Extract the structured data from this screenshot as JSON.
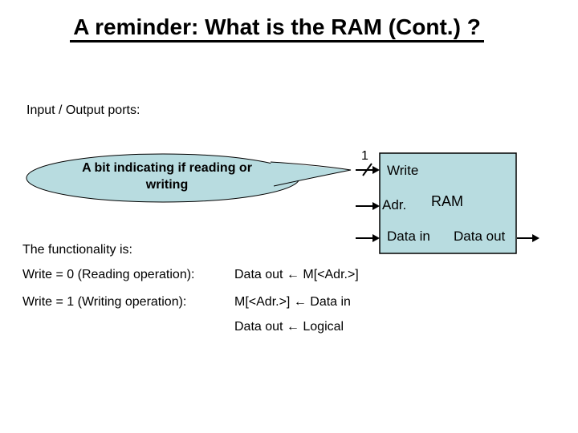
{
  "slide": {
    "title": "A reminder: What is the RAM (Cont.) ?",
    "io_ports_label": "Input / Output ports:",
    "callout": {
      "line1": "A bit indicating if reading or",
      "line2": "writing"
    },
    "bus_width_label": "1",
    "ram_block": {
      "name": "RAM",
      "write_label": "Write",
      "adr_label": "Adr.",
      "data_in_label": "Data in",
      "data_out_label": "Data out"
    },
    "functionality": {
      "heading": "The functionality is:",
      "rows": [
        {
          "condition": "Write = 0 (Reading operation):",
          "action": "Data out ← M[<Adr.>]"
        },
        {
          "condition": "Write = 1 (Writing operation):",
          "action": "M[<Adr.>] ← Data in"
        },
        {
          "action": "Data out ←  Logical"
        }
      ]
    },
    "colors": {
      "shape_fill": "#b8dce0",
      "line": "#000000"
    }
  }
}
